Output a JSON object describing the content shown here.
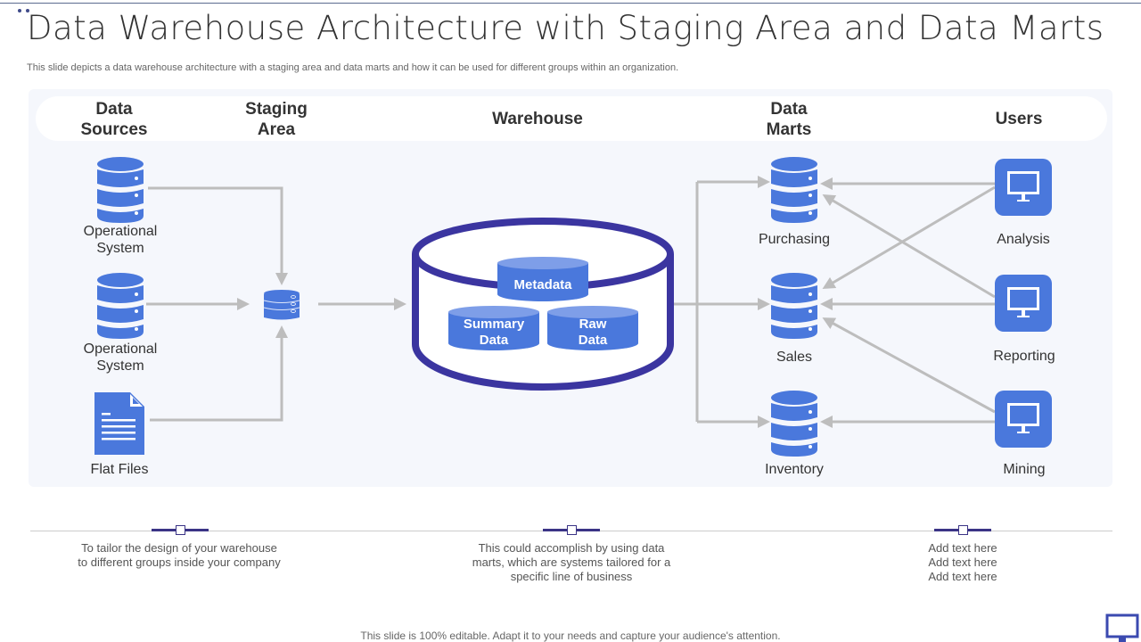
{
  "title": "Data Warehouse Architecture with Staging Area and Data Marts",
  "subtitle": "This slide depicts a data warehouse architecture with a staging area and data marts and how it can be used for different groups within an organization.",
  "columns": {
    "sources": [
      "Data",
      "Sources"
    ],
    "staging": [
      "Staging",
      "Area"
    ],
    "warehouse": "Warehouse",
    "marts": [
      "Data",
      "Marts"
    ],
    "users": "Users"
  },
  "sources": [
    {
      "label": [
        "Operational",
        "System"
      ],
      "icon": "database-icon"
    },
    {
      "label": [
        "Operational",
        "System"
      ],
      "icon": "database-icon"
    },
    {
      "label": [
        "Flat Files"
      ],
      "icon": "document-icon"
    }
  ],
  "warehouse": {
    "metadata": "Metadata",
    "summary": [
      "Summary",
      "Data"
    ],
    "raw": [
      "Raw",
      "Data"
    ]
  },
  "marts": [
    {
      "label": "Purchasing"
    },
    {
      "label": "Sales"
    },
    {
      "label": "Inventory"
    }
  ],
  "users": [
    {
      "label": "Analysis"
    },
    {
      "label": "Reporting"
    },
    {
      "label": "Mining"
    }
  ],
  "notes": [
    [
      "To tailor the design of your warehouse",
      "to different groups inside your company"
    ],
    [
      "This could accomplish by using data",
      "marts, which are systems tailored for a",
      "specific line of business"
    ],
    [
      "Add text here",
      "Add text here",
      "Add text here"
    ]
  ],
  "footer": "This slide is 100% editable. Adapt it to your needs and capture your audience's attention.",
  "colors": {
    "accent_blue": "#4a78dc",
    "warehouse_ring": "#3b35a0",
    "arrow_gray": "#bdbdbd",
    "panel_bg": "#f5f7fc"
  }
}
